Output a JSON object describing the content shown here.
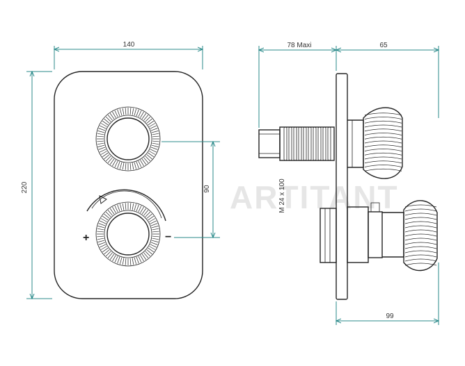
{
  "dimensions": {
    "front_width": "140",
    "front_height": "220",
    "knob_spacing": "90",
    "side_depth_back": "78 Maxi",
    "side_depth_front": "65",
    "thread": "M  24  x 100",
    "lower_knob_depth": "99"
  },
  "symbols": {
    "plus": "+",
    "minus": "−"
  },
  "watermark": "ARTITANT"
}
